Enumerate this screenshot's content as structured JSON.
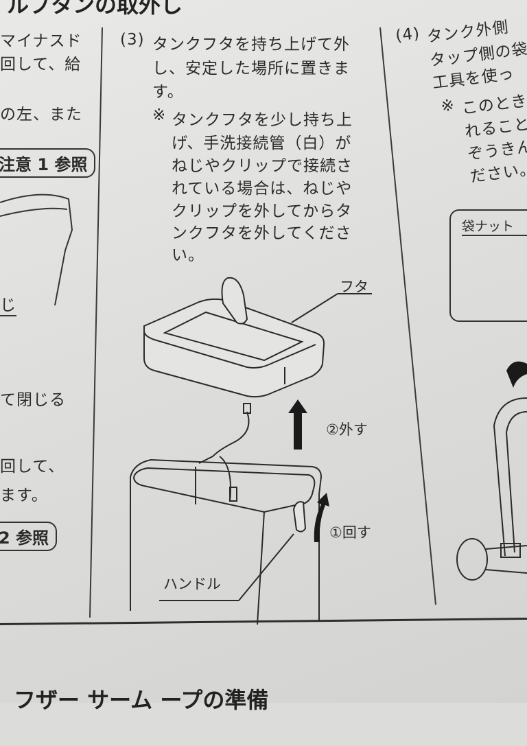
{
  "top_heading": "ルブタンの取外し",
  "bottom_heading": "フザー サーム ープの準備",
  "left_column": {
    "lines": [
      "マイナスド",
      "回して、給",
      "の左、また",
      "て閉じる",
      "回して、",
      "ます。",
      "じ"
    ],
    "ref_box_1": "注意 1 参照",
    "ref_box_2": "2 参照"
  },
  "step3": {
    "number": "(3)",
    "lines": [
      "タンクフタを持ち上げて外",
      "し、安定した場所に置きま",
      "す。"
    ],
    "note_mark": "※",
    "note_lines": [
      "タンクフタを少し持ち上",
      "げ、手洗接続管（白）が",
      "ねじやクリップで接続さ",
      "れている場合は、ねじや",
      "クリップを外してからタ",
      "ンクフタを外してくださ",
      "い。"
    ],
    "labels": {
      "lid": "フタ",
      "remove": "②外す",
      "rotate": "①回す",
      "handle": "ハンドル"
    }
  },
  "step4": {
    "number": "(4)",
    "lines": [
      "タンク外側",
      "タップ側の袋",
      "工具を使っ"
    ],
    "note_mark": "※",
    "note_lines": [
      "このとき",
      "れること",
      "ぞうきん",
      "ださい。"
    ],
    "box_label": "袋ナット"
  }
}
